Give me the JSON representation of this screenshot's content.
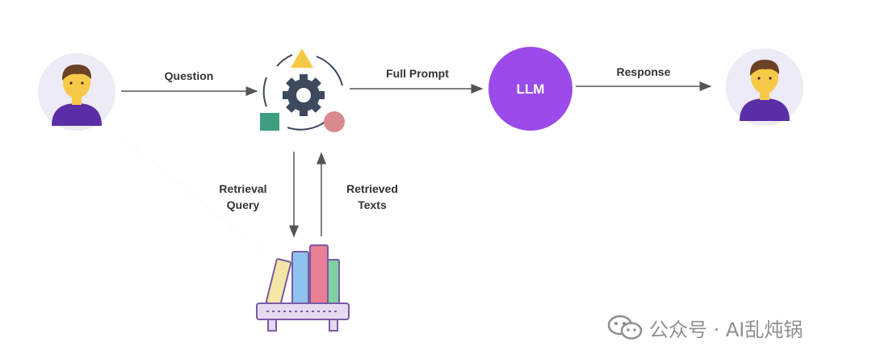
{
  "diagram": {
    "edges": {
      "question": "Question",
      "full_prompt": "Full Prompt",
      "response": "Response",
      "retrieval_query_line1": "Retrieval",
      "retrieval_query_line2": "Query",
      "retrieved_texts_line1": "Retrieved",
      "retrieved_texts_line2": "Texts"
    },
    "nodes": {
      "llm": "LLM"
    }
  },
  "watermark": {
    "text": "公众号 · AI乱炖锅",
    "icon": "wechat-icon"
  },
  "colors": {
    "llm": "#9a4bea",
    "user_bg": "#ecebf6",
    "user_face": "#f7c948",
    "user_hair": "#6b4226",
    "user_shirt": "#5a2ea6",
    "arrow": "#555555",
    "triangle": "#f6c945",
    "square": "#3f9d82",
    "circle": "#d98a8f",
    "gear": "#3c4a5c"
  }
}
